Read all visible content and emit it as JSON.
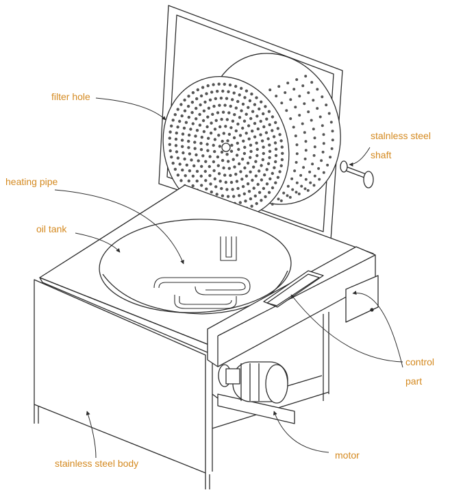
{
  "labels": {
    "filter_hole": "filter hole",
    "shaft_line1": "stalnless steel",
    "shaft_line2": "shaft",
    "heating_pipe": "heating  pipe",
    "oil_tank": "oil tank",
    "control_line1": "control",
    "control_line2": "part",
    "motor": "motor",
    "body": "stainless steel body"
  },
  "colors": {
    "label": "#d4891f",
    "line": "#2b2b2b",
    "background": "#ffffff"
  }
}
